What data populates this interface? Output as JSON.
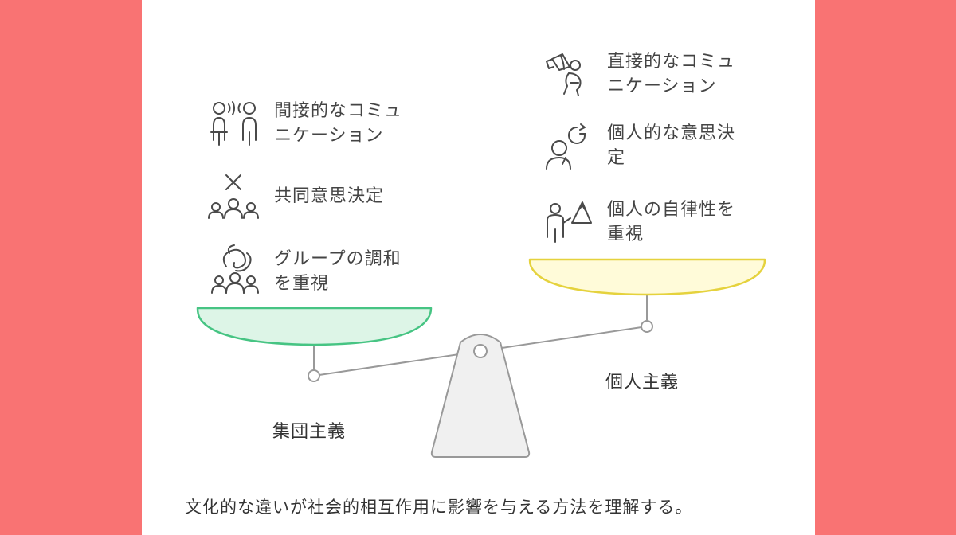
{
  "colors": {
    "background": "#F97373",
    "panel": "#FFFFFF",
    "left_pan_fill": "#DDF5E7",
    "left_pan_stroke": "#46C483",
    "right_pan_fill": "#FFFBD9",
    "right_pan_stroke": "#E5D23D",
    "stand_fill": "#F0F0F0",
    "line": "#999999"
  },
  "left": {
    "title": "集団主義",
    "items": [
      {
        "icon": "two-people-talking-icon",
        "text": "間接的なコミュ\nニケーション"
      },
      {
        "icon": "group-decision-icon",
        "text": "共同意思決定"
      },
      {
        "icon": "group-harmony-icon",
        "text": "グループの調和\nを重視"
      }
    ]
  },
  "right": {
    "title": "個人主義",
    "items": [
      {
        "icon": "megaphone-person-icon",
        "text": "直接的なコミュ\nニケーション"
      },
      {
        "icon": "person-thinking-icon",
        "text": "個人的な意思決\n定"
      },
      {
        "icon": "person-mountain-icon",
        "text": "個人の自律性を\n重視"
      }
    ]
  },
  "caption": "文化的な違いが社会的相互作用に影響を与える方法を理解する。"
}
